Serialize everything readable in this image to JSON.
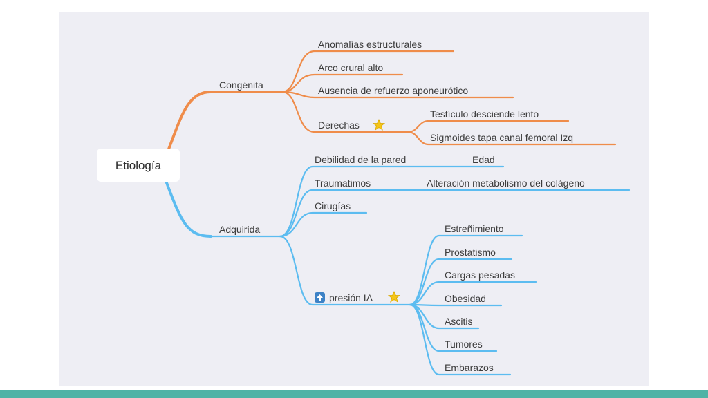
{
  "root": {
    "label": "Etiología"
  },
  "branches": {
    "congenita": {
      "label": "Congénita",
      "color": "#ef8c4a",
      "children": {
        "anomalias": "Anomalías estructurales",
        "arco": "Arco crural alto",
        "ausencia": "Ausencia de refuerzo aponeurótico",
        "derechas": {
          "label": "Derechas",
          "icon": "star-icon",
          "children": {
            "testiculo": "Testículo desciende lento",
            "sigmoides": "Sigmoides tapa canal femoral Izq"
          }
        }
      }
    },
    "adquirida": {
      "label": "Adquirida",
      "color": "#5cbcf0",
      "children": {
        "debilidad": {
          "label": "Debilidad de la pared",
          "child": "Edad"
        },
        "traumatimos": {
          "label": "Traumatimos",
          "child": "Alteración metabolismo del colágeno"
        },
        "cirugias": "Cirugías",
        "presion": {
          "label": "presión IA",
          "icons": [
            "up-arrow-icon",
            "star-icon"
          ],
          "children": [
            "Estreñimiento",
            "Prostatismo",
            "Cargas pesadas",
            "Obesidad",
            "Ascitis",
            "Tumores",
            "Embarazos"
          ]
        }
      }
    }
  },
  "colors": {
    "background": "#eeeef4",
    "accent_bar": "#4fb3a6",
    "star": "#f5c518"
  }
}
